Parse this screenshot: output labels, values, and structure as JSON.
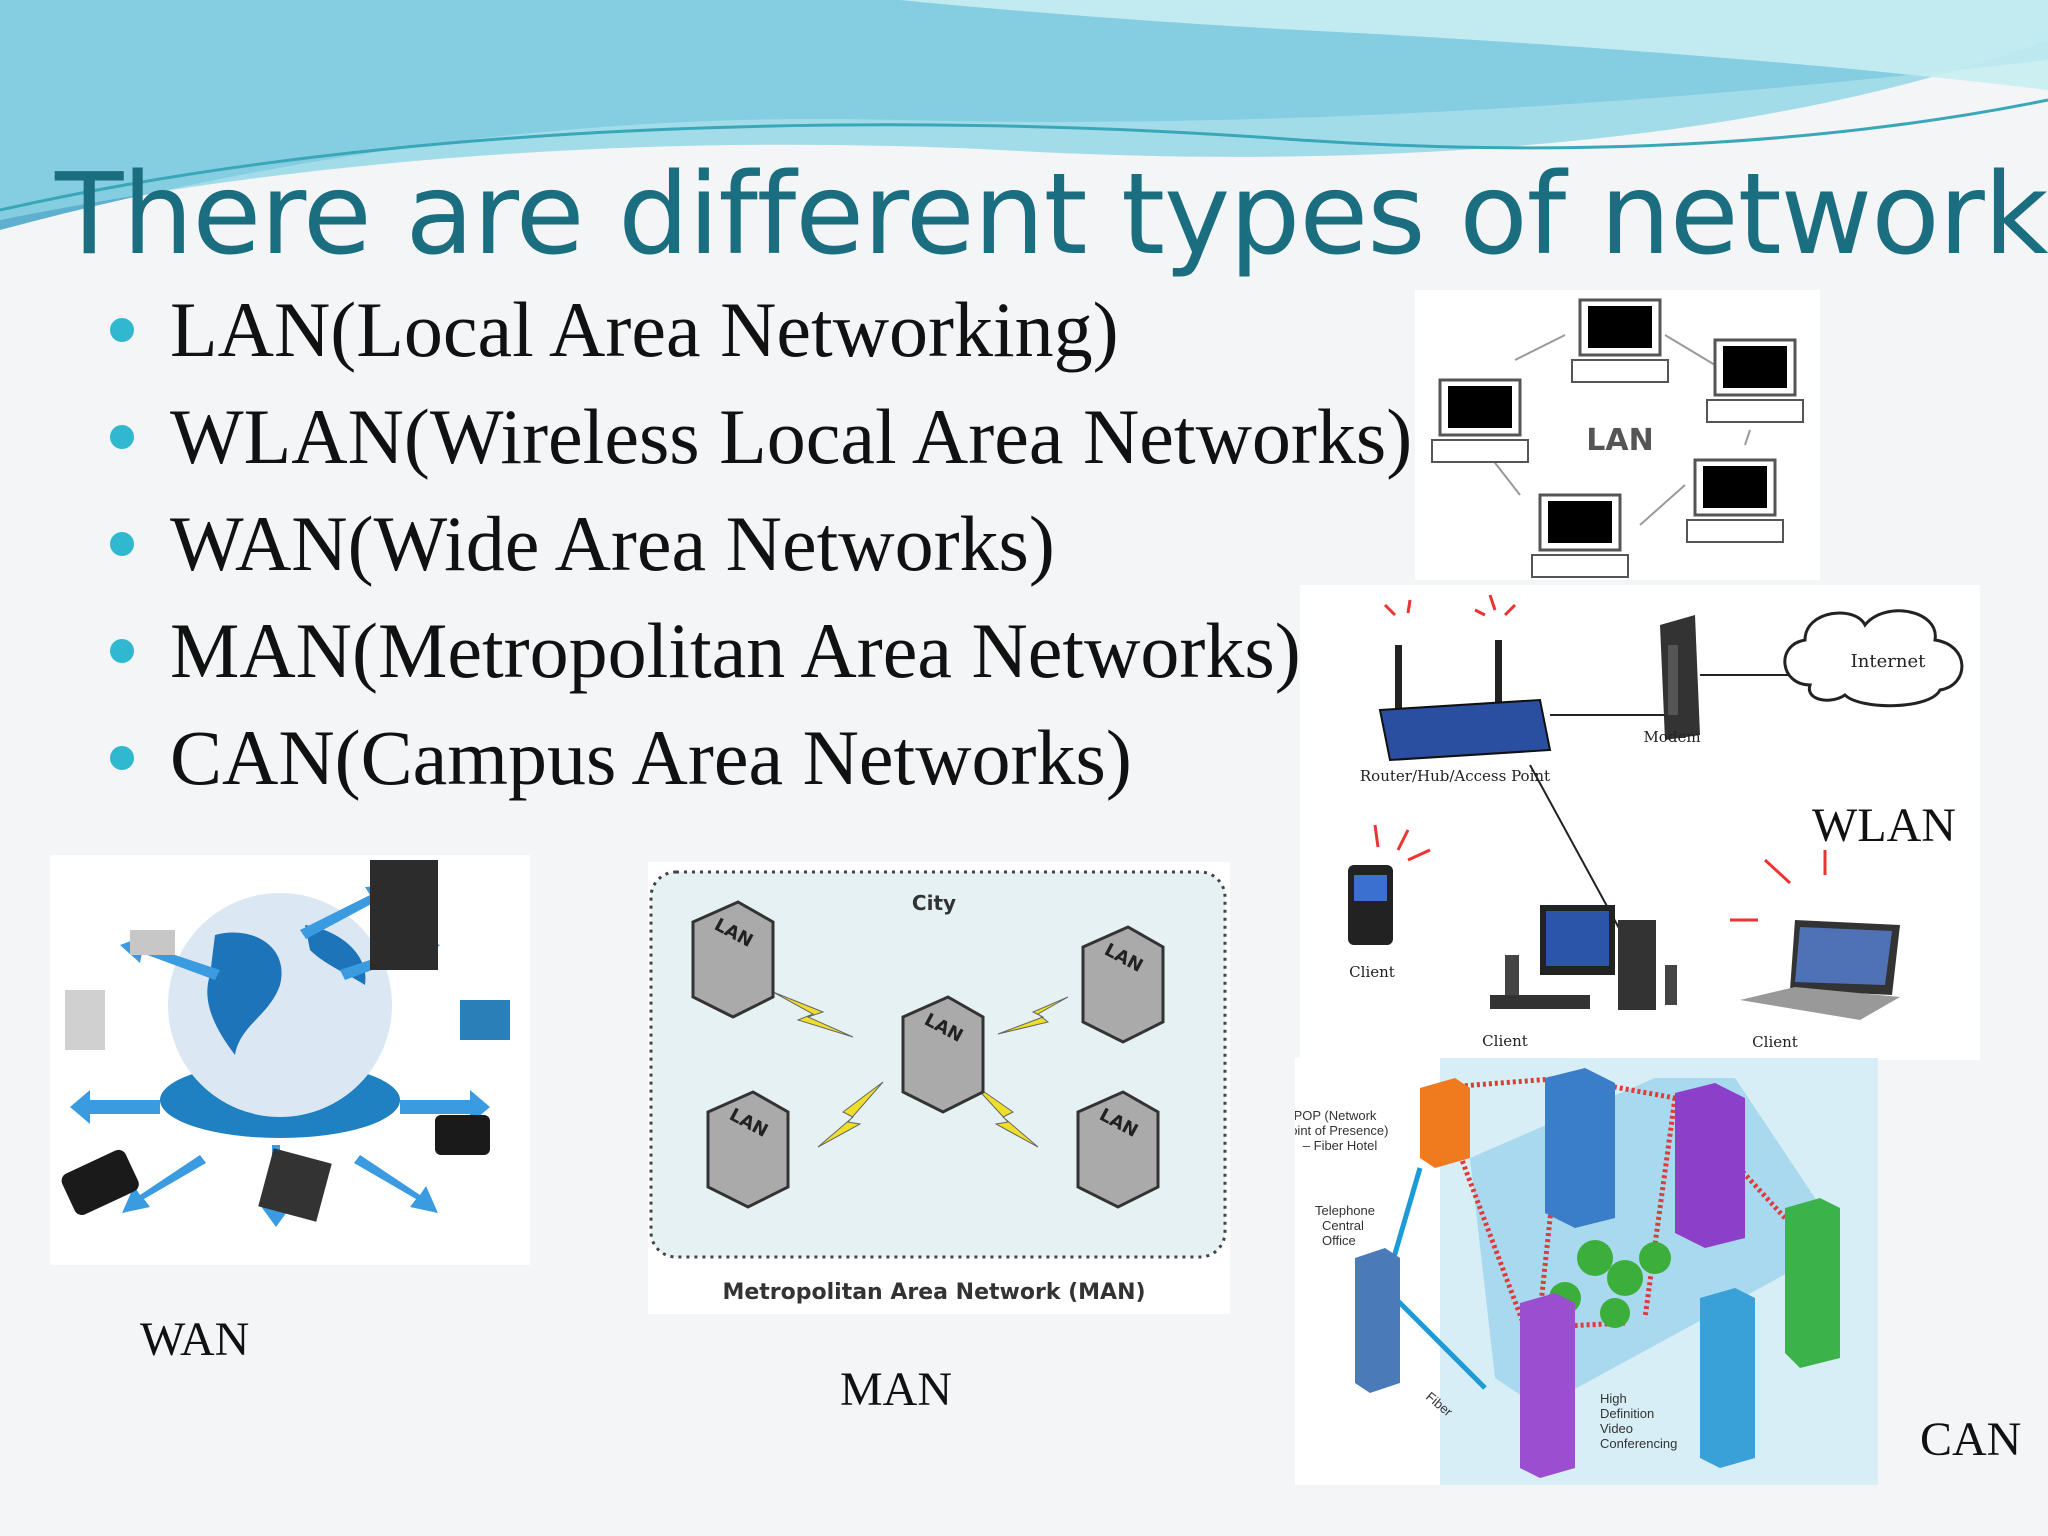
{
  "slide": {
    "title": "There are different types of network:",
    "bullets": [
      "LAN(Local Area Networking)",
      "WLAN(Wireless Local Area Networks)",
      "WAN(Wide Area Networks)",
      "MAN(Metropolitan Area Networks)",
      "CAN(Campus Area Networks)"
    ],
    "accent_color": "#1b6d80",
    "bullet_color": "#2fb8cf"
  },
  "lan_diagram": {
    "label": "LAN"
  },
  "wlan_diagram": {
    "router_label": "Router/Hub/Access Point",
    "modem_label": "Modem",
    "internet_label": "Internet",
    "client_labels": [
      "Client",
      "Client",
      "Client"
    ],
    "caption": "WLAN"
  },
  "wan_diagram": {
    "caption": "WAN"
  },
  "man_diagram": {
    "city_label": "City",
    "node_label": "LAN",
    "footer": "Metropolitan Area Network (MAN)",
    "caption": "MAN"
  },
  "can_diagram": {
    "pop_label": [
      "POP (Network",
      "Point of Presence)",
      "– Fiber Hotel"
    ],
    "telephone_label": [
      "Telephone",
      "Central",
      "Office"
    ],
    "fiber_label": "Fiber",
    "video_label": [
      "High",
      "Definition",
      "Video",
      "Conferencing"
    ],
    "caption": "CAN"
  }
}
